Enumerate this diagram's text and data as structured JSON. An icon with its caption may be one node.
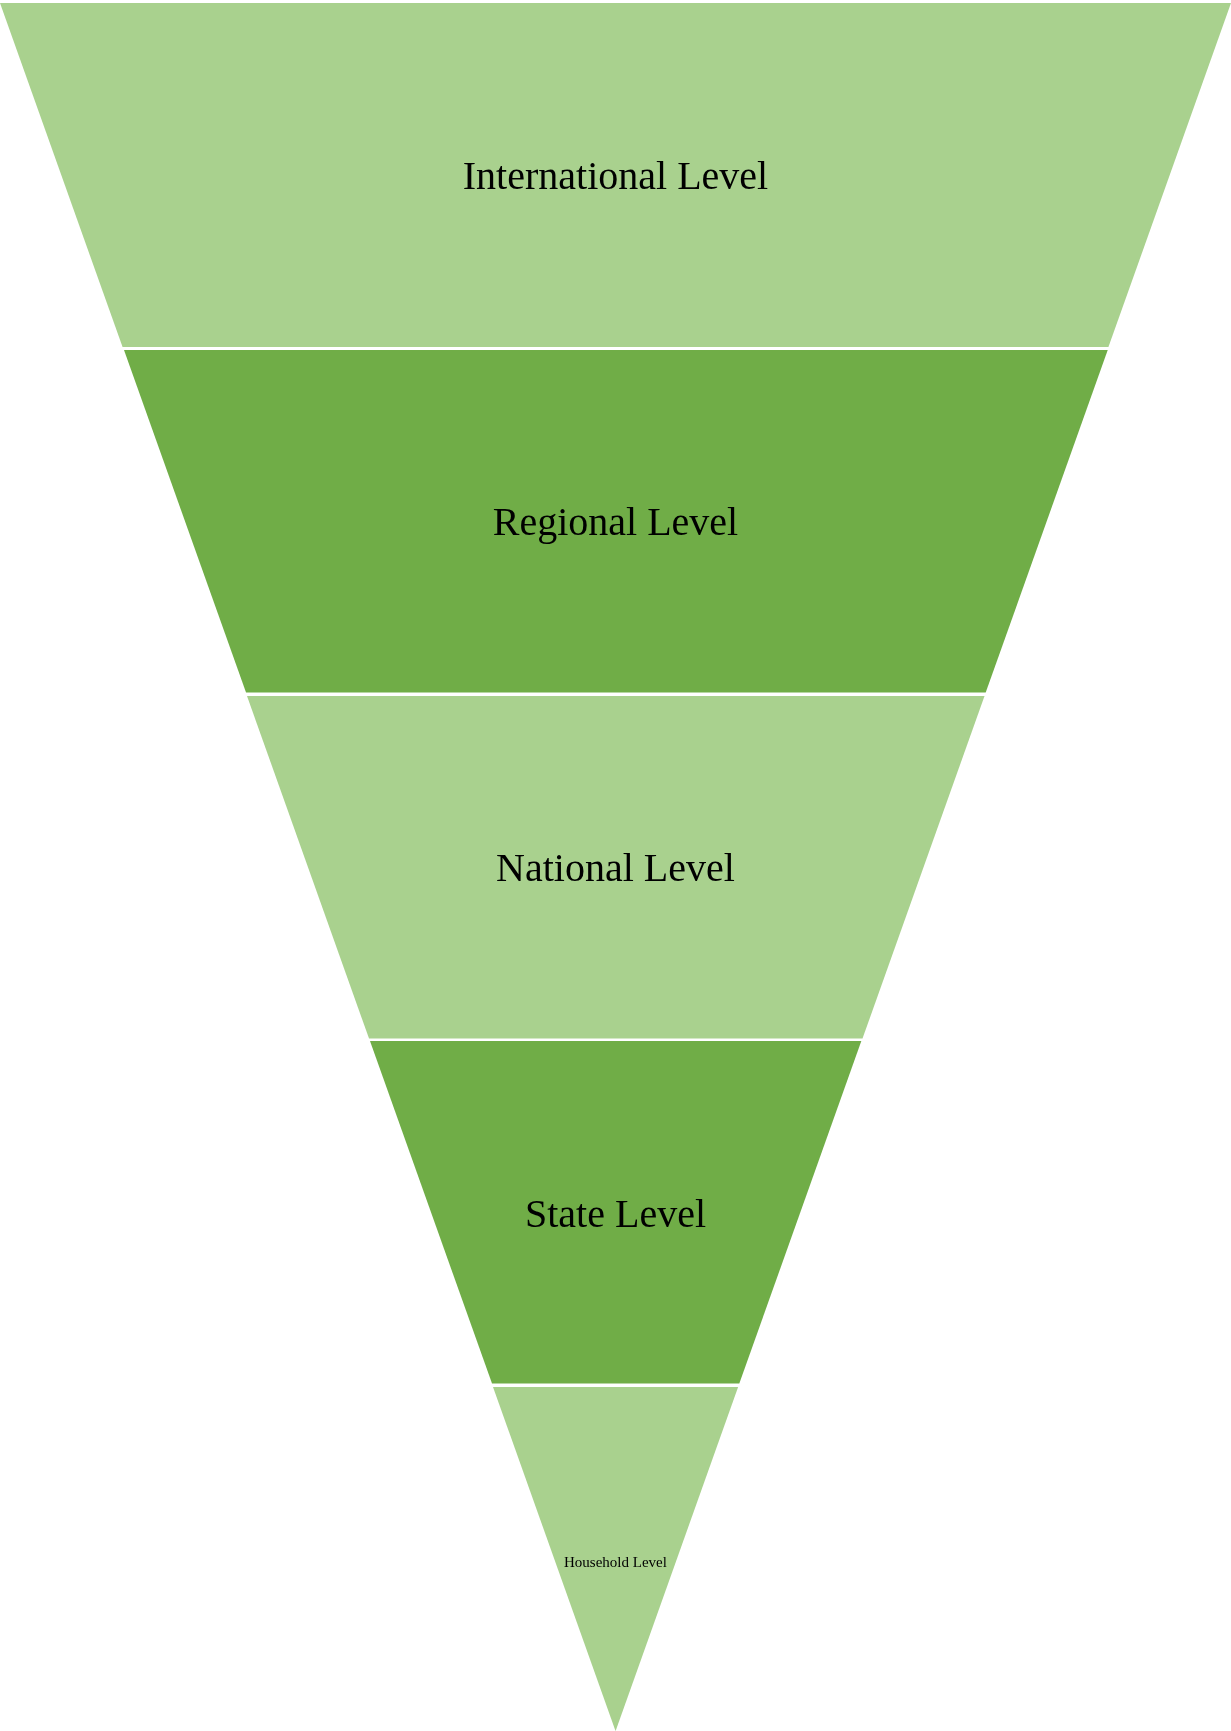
{
  "diagram": {
    "nodes": [
      {
        "text": [
          "International Level"
        ]
      },
      {
        "text": [
          "Regional Level"
        ]
      },
      {
        "text": [
          "National Level"
        ]
      },
      {
        "text": [
          "State Level"
        ]
      },
      {
        "text": [
          "Household Level"
        ]
      }
    ]
  }
}
